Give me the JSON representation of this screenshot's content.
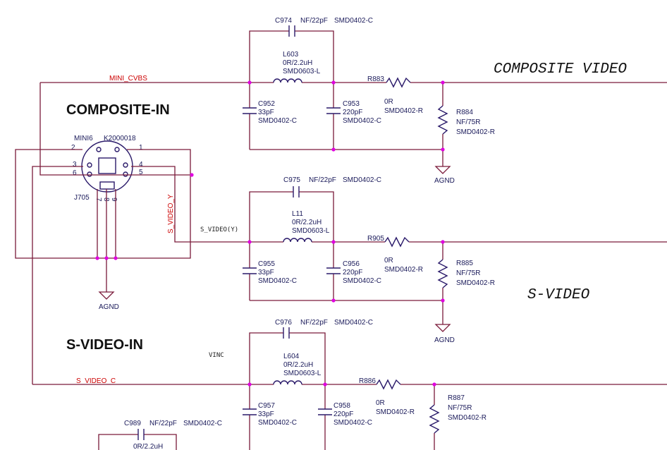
{
  "titles": {
    "composite_in": "COMPOSITE-IN",
    "svideo_in": "S-VIDEO-IN",
    "composite_video": "COMPOSITE VIDEO",
    "s_video": "S-VIDEO"
  },
  "nets": {
    "mini_cvbs": "MINI_CVBS",
    "s_video_y": "S_VIDEO_Y",
    "s_video_y_paren": "S_VIDEO(Y)",
    "s_video_c": "S_VIDEO_C",
    "vinc": "VINC"
  },
  "connector": {
    "type": "MINI6",
    "part": "K2000018",
    "ref": "J705",
    "pins": [
      "1",
      "2",
      "3",
      "4",
      "5",
      "6",
      "7",
      "8",
      "9"
    ]
  },
  "ground": "AGND",
  "components": {
    "c974": {
      "ref": "C974",
      "val": "NF/22pF",
      "pkg": "SMD0402-C"
    },
    "l603": {
      "ref": "L603",
      "val": "0R/2.2uH",
      "pkg": "SMD0603-L"
    },
    "r883": {
      "ref": "R883",
      "val": "0R",
      "pkg": "SMD0402-R"
    },
    "c952": {
      "ref": "C952",
      "val": "33pF",
      "pkg": "SMD0402-C"
    },
    "c953": {
      "ref": "C953",
      "val": "220pF",
      "pkg": "SMD0402-C"
    },
    "r884": {
      "ref": "R884",
      "val": "NF/75R",
      "pkg": "SMD0402-R"
    },
    "c975": {
      "ref": "C975",
      "val": "NF/22pF",
      "pkg": "SMD0402-C"
    },
    "l11": {
      "ref": "L11",
      "val": "0R/2.2uH",
      "pkg": "SMD0603-L"
    },
    "r905": {
      "ref": "R905",
      "val": "0R",
      "pkg": "SMD0402-R"
    },
    "c955": {
      "ref": "C955",
      "val": "33pF",
      "pkg": "SMD0402-C"
    },
    "c956": {
      "ref": "C956",
      "val": "220pF",
      "pkg": "SMD0402-C"
    },
    "r885": {
      "ref": "R885",
      "val": "NF/75R",
      "pkg": "SMD0402-R"
    },
    "c976": {
      "ref": "C976",
      "val": "NF/22pF",
      "pkg": "SMD0402-C"
    },
    "l604": {
      "ref": "L604",
      "val": "0R/2.2uH",
      "pkg": "SMD0603-L"
    },
    "r886": {
      "ref": "R886",
      "val": "0R",
      "pkg": "SMD0402-R"
    },
    "c957": {
      "ref": "C957",
      "val": "33pF",
      "pkg": "SMD0402-C"
    },
    "c958": {
      "ref": "C958",
      "val": "220pF",
      "pkg": "SMD0402-C"
    },
    "r887": {
      "ref": "R887",
      "val": "NF/75R",
      "pkg": "SMD0402-R"
    },
    "c989": {
      "ref": "C989",
      "val": "NF/22pF",
      "pkg": "SMD0402-C"
    },
    "lx": {
      "val": "0R/2.2uH"
    }
  },
  "colors": {
    "wire": "#7a1a3a",
    "junction": "#e000e0",
    "net_label": "#cc0000",
    "component": "#2a1a6a"
  }
}
